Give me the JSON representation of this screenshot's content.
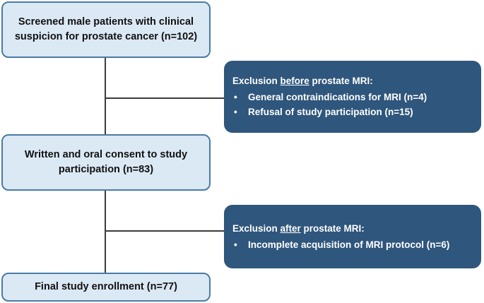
{
  "boxes": {
    "screened": {
      "line1": "Screened male patients with clinical",
      "line2": "suspicion for prostate cancer (n=102)"
    },
    "consent": {
      "line1": "Written and oral consent to study",
      "line2": "participation (n=83)"
    },
    "final": {
      "line1": "Final study enrollment (n=77)"
    }
  },
  "exclusions": {
    "before": {
      "prefix": "Exclusion ",
      "emphasis": "before",
      "suffix": " prostate MRI:",
      "items": [
        "General contraindications for MRI (n=4)",
        "Refusal of study participation (n=15)"
      ]
    },
    "after": {
      "prefix": "Exclusion ",
      "emphasis": "after",
      "suffix": " prostate MRI:",
      "items": [
        "Incomplete acquisition of MRI protocol (n=6)"
      ]
    }
  },
  "bullet_char": "•",
  "colors": {
    "box_fill": "#dbe9f5",
    "box_border": "#4a7ba6",
    "exclusion_fill": "#2f567c",
    "connector": "#3b3b3b"
  }
}
